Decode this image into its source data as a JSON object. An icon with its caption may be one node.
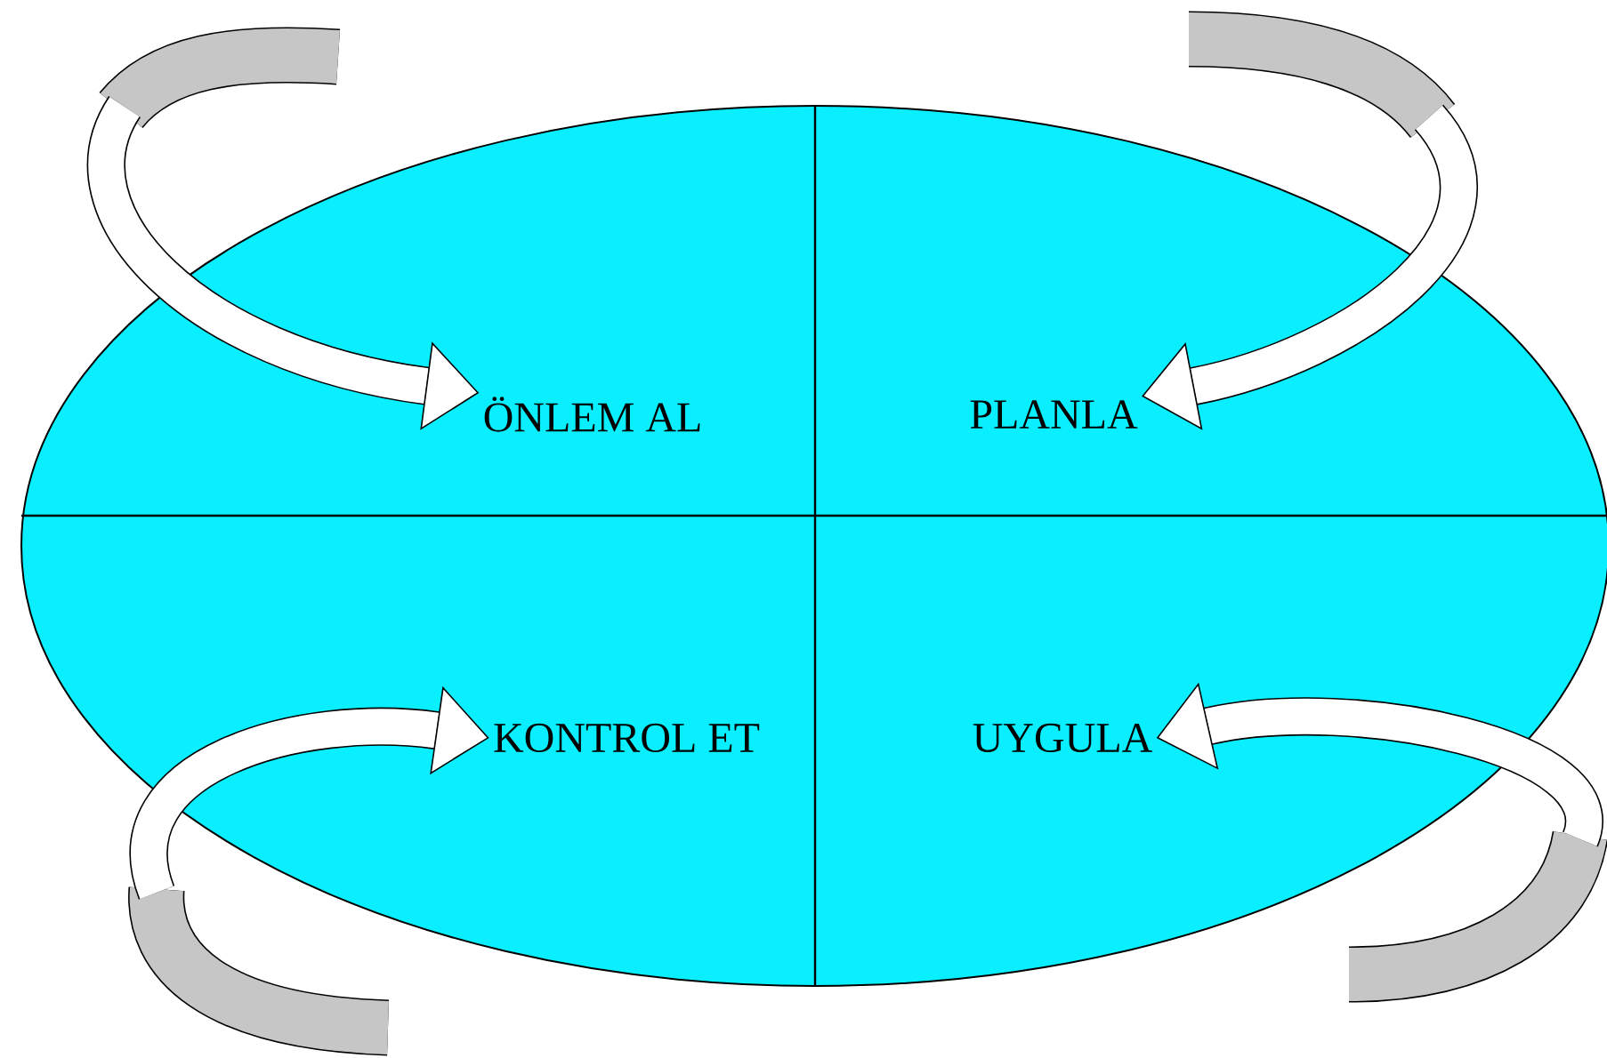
{
  "diagram": {
    "nodes": [
      {
        "text": [],
        "shape": "ellipse"
      },
      {
        "text": [
          "ÖNLEM AL"
        ],
        "in": 0
      },
      {
        "text": [
          "PLANLA"
        ],
        "in": 0
      },
      {
        "text": [
          "KONTROL ET"
        ],
        "in": 0
      },
      {
        "text": [
          "UYGULA"
        ],
        "in": 0
      }
    ],
    "edges": [
      {
        "from": null,
        "to": 1,
        "arrow": "to"
      },
      {
        "from": null,
        "to": 2,
        "arrow": "to"
      },
      {
        "from": null,
        "to": 3,
        "arrow": "to"
      },
      {
        "from": null,
        "to": 4,
        "arrow": "to"
      }
    ]
  }
}
